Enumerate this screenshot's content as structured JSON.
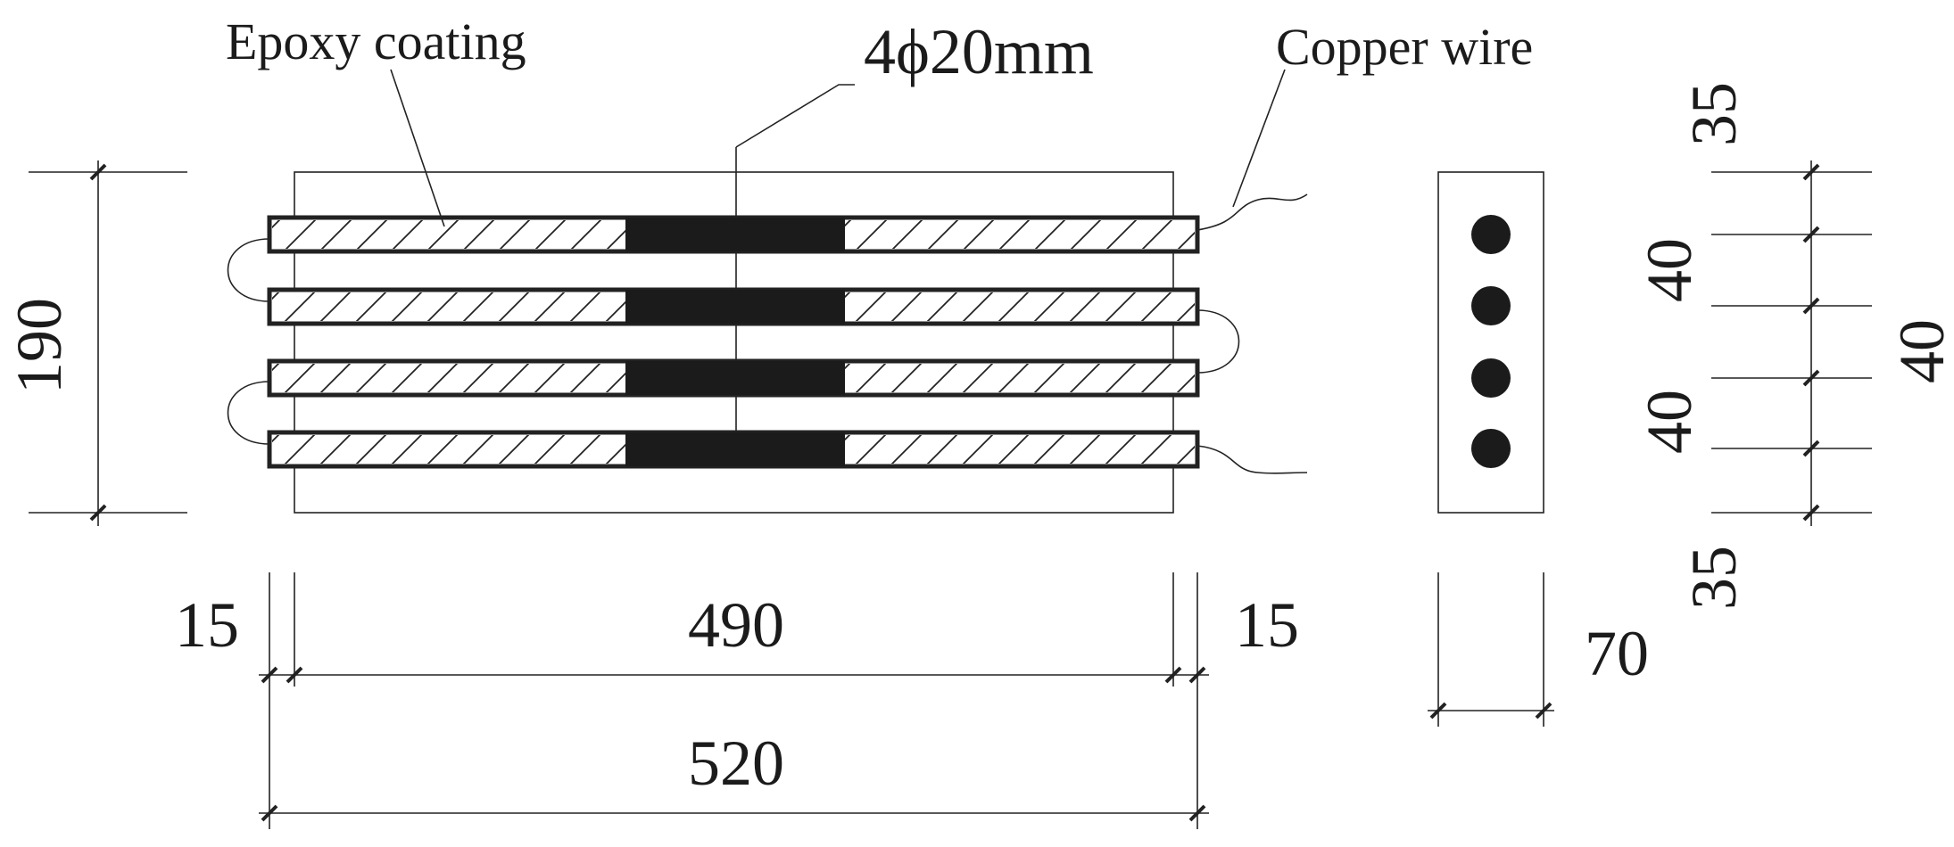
{
  "labels": {
    "epoxy": "Epoxy coating",
    "bars": "4ϕ20mm",
    "copper": "Copper wire"
  },
  "dimensions": {
    "height_total": "190",
    "end_left": "15",
    "coated_length": "490",
    "end_right": "15",
    "total_length": "520",
    "width": "70",
    "cover_top": "35",
    "spacing_a": "40",
    "spacing_b": "40",
    "spacing_c": "40",
    "cover_bottom": "35"
  },
  "colors": {
    "line": "#222222",
    "fill": "#1b1b1b"
  }
}
